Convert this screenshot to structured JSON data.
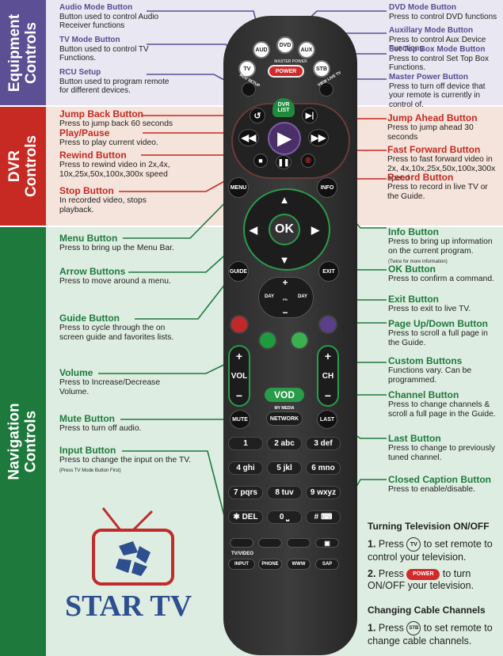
{
  "sections": {
    "equipment": "Equipment Controls",
    "dvr": "DVR Controls",
    "navigation": "Navigation Controls"
  },
  "colors": {
    "equipment_band": "#e9e7f1",
    "equipment_tab": "#5c4f94",
    "dvr_band": "#f4e4db",
    "dvr_tab": "#c62a23",
    "nav_band": "#deede1",
    "nav_tab": "#1e7a3c"
  },
  "labels": {
    "audio": {
      "title": "Audio Mode Button",
      "desc": "Button used to control Audio Receiver functions"
    },
    "tv": {
      "title": "TV Mode Button",
      "desc": "Button used to control TV Functions."
    },
    "rcu": {
      "title": "RCU Setup",
      "desc": "Button used to program remote for different devices."
    },
    "dvd": {
      "title": "DVD Mode Button",
      "desc": "Press to control DVD functions"
    },
    "aux": {
      "title": "Auxillary Mode Button",
      "desc": "Press to control Aux Device Functions."
    },
    "stb": {
      "title": "Set Top Box Mode Button",
      "desc": "Press to control Set Top Box Functions."
    },
    "master": {
      "title": "Master Power Button",
      "desc": "Press to turn off device that your remote is currently in control of."
    },
    "jumpback": {
      "title": "Jump Back Button",
      "desc": "Press to jump back 60 seconds"
    },
    "play": {
      "title": "Play/Pause",
      "desc": "Press to play current video."
    },
    "rewind": {
      "title": "Rewind Button",
      "desc": "Press to rewind video in 2x,4x, 10x,25x,50x,100x,300x speed"
    },
    "stop": {
      "title": "Stop Button",
      "desc": "In recorded video, stops playback."
    },
    "jumpahead": {
      "title": "Jump Ahead Button",
      "desc": "Press to jump ahead 30 seconds"
    },
    "ff": {
      "title": "Fast Forward Button",
      "desc": "Press to fast forward video in 2x, 4x,10x,25x,50x,100x,300x speed"
    },
    "record": {
      "title": "Record Button",
      "desc": "Press to record in live TV or the Guide."
    },
    "menu": {
      "title": "Menu Button",
      "desc": "Press to bring up the Menu Bar."
    },
    "arrow": {
      "title": "Arrow Buttons",
      "desc": "Press to move around a menu."
    },
    "guide": {
      "title": "Guide Button",
      "desc": "Press to cycle through the on screen guide and favorites lists."
    },
    "volume": {
      "title": "Volume",
      "desc": "Press to Increase/Decrease Volume."
    },
    "mute": {
      "title": "Mute Button",
      "desc": "Press to turn off audio."
    },
    "input": {
      "title": "Input Button",
      "desc": "Press to change the input on the TV.",
      "note": "(Press TV Mode Button First)"
    },
    "info": {
      "title": "Info Button",
      "desc": "Press to bring up information on the current program.",
      "note": "(Twice for more information)"
    },
    "ok": {
      "title": "OK Button",
      "desc": "Press to confirm a command."
    },
    "exit": {
      "title": "Exit Button",
      "desc": "Press to exit to live TV."
    },
    "page": {
      "title": "Page Up/Down Button",
      "desc": "Press to scroll a full page in the Guide."
    },
    "custom": {
      "title": "Custom Buttons",
      "desc": "Functions vary. Can be programmed."
    },
    "channel": {
      "title": "Channel Button",
      "desc": "Press to change channels & scroll a full page in the Guide."
    },
    "last": {
      "title": "Last Button",
      "desc": "Press to change to previously tuned channel."
    },
    "cc": {
      "title": "Closed Caption Button",
      "desc": "Press to enable/disable."
    }
  },
  "remote": {
    "aud": "AUD",
    "dvd": "DVD",
    "aux": "AUX",
    "tv": "TV",
    "stb": "STB",
    "master_small": "MASTER POWER",
    "power": "POWER",
    "rcu": "RCU SETUP",
    "view": "VIEW LIVE TV",
    "dvr_list": "DVR LIST",
    "menu": "MENU",
    "info": "INFO",
    "ok": "OK",
    "guide": "GUIDE",
    "exit": "EXIT",
    "day_l": "DAY",
    "day_r": "DAY",
    "pg": "PG",
    "vol": "VOL",
    "ch": "CH",
    "vod": "VOD",
    "mymedia": "MY MEDIA",
    "network": "NETWORK",
    "mute": "MUTE",
    "last": "LAST",
    "keys": [
      "1",
      "2 abc",
      "3 def",
      "4 ghi",
      "5 jkl",
      "6 mno",
      "7 pqrs",
      "8 tuv",
      "9 wxyz",
      "✱ DEL",
      "0 ⎵",
      "# ⌨"
    ],
    "tvvideo": "TV/VIDEO",
    "input": "INPUT",
    "phone": "PHONE",
    "www": "WWW",
    "sap": "SAP",
    "plus": "+",
    "minus": "−"
  },
  "logo": {
    "text": "STAR TV"
  },
  "instructions": {
    "tv_title": "Turning Television ON/OFF",
    "s1_num": "1.",
    "s1_pre": "Press",
    "s1_btn": "TV",
    "s1_post": "to set remote to control your television.",
    "s2_num": "2.",
    "s2_pre": "Press",
    "s2_btn": "POWER",
    "s2_post": "to turn ON/OFF your television.",
    "cc_title": "Changing Cable Channels",
    "s3_num": "1.",
    "s3_pre": "Press",
    "s3_btn": "STB",
    "s3_post": "to set remote to change cable channels."
  }
}
